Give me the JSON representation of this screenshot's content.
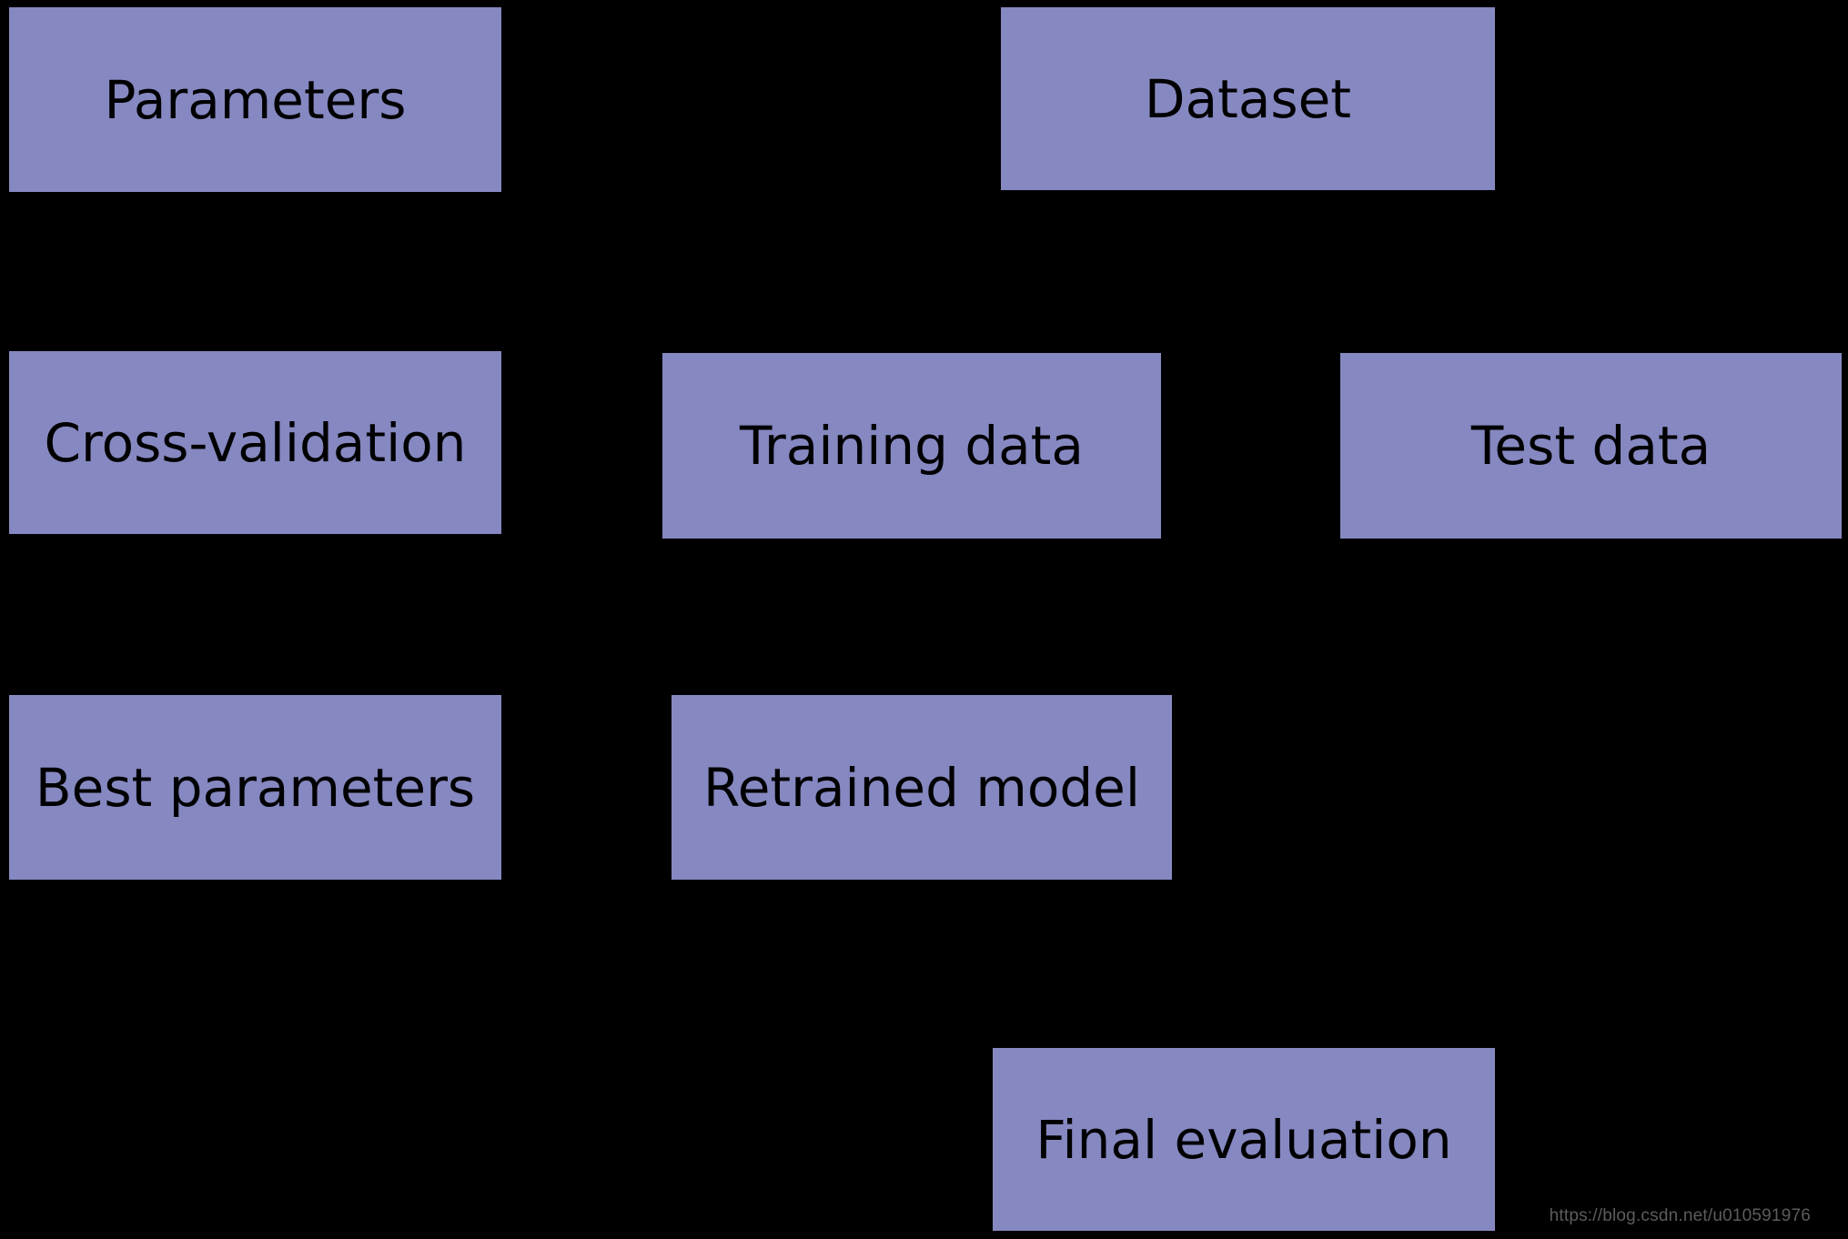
{
  "diagram": {
    "type": "flow-diagram",
    "background_color": "#000000",
    "node_fill_color": "#8688c1",
    "node_text_color": "#000000",
    "nodes": [
      {
        "id": "parameters",
        "label": "Parameters",
        "row": 1,
        "column": "left"
      },
      {
        "id": "dataset",
        "label": "Dataset",
        "row": 1,
        "column": "right"
      },
      {
        "id": "cross-validation",
        "label": "Cross-validation",
        "row": 2,
        "column": "left"
      },
      {
        "id": "training-data",
        "label": "Training data",
        "row": 2,
        "column": "center"
      },
      {
        "id": "test-data",
        "label": "Test data",
        "row": 2,
        "column": "right"
      },
      {
        "id": "best-parameters",
        "label": "Best parameters",
        "row": 3,
        "column": "left"
      },
      {
        "id": "retrained-model",
        "label": "Retrained model",
        "row": 3,
        "column": "center"
      },
      {
        "id": "final-evaluation",
        "label": "Final evaluation",
        "row": 4,
        "column": "right"
      }
    ]
  },
  "watermark": {
    "text": "https://blog.csdn.net/u010591976",
    "color": "#5c5c5c"
  }
}
